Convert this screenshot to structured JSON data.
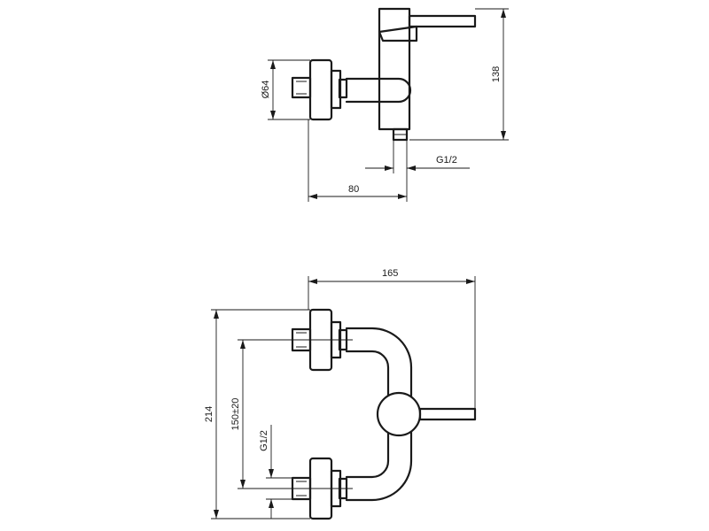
{
  "dimensions": {
    "top_height": "138",
    "top_diameter": "Ø64",
    "top_thread": "G1/2",
    "top_depth": "80",
    "bottom_width": "165",
    "bottom_height": "214",
    "bottom_spacing": "150±20",
    "bottom_thread": "G1/2"
  }
}
